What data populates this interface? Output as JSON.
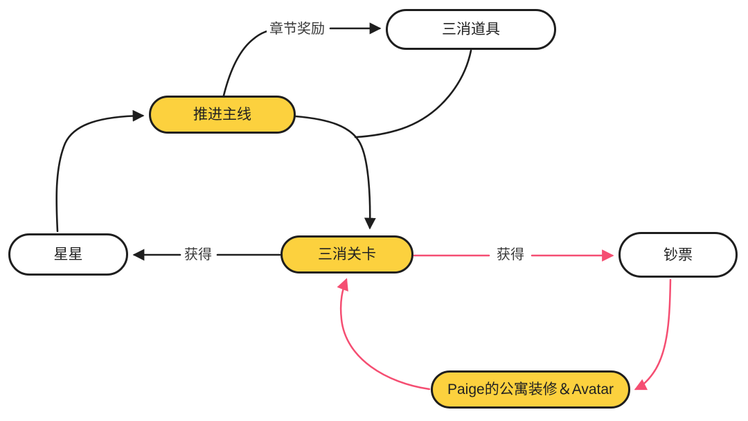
{
  "diagram_title": "match-3 game core loop diagram",
  "colors": {
    "bg": "#FFFFFF",
    "node_fill_yellow": "#FCD13E",
    "node_fill_white": "#FFFFFF",
    "node_border": "#1E1E1E",
    "edge_black": "#1E1E1E",
    "edge_red": "#F54E72",
    "label_text": "#3A3A3A"
  },
  "nodes": {
    "mainline": {
      "label": "推进主线",
      "style": "yellow"
    },
    "props": {
      "label": "三消道具",
      "style": "white"
    },
    "stars": {
      "label": "星星",
      "style": "white"
    },
    "levels": {
      "label": "三消关卡",
      "style": "yellow"
    },
    "cash": {
      "label": "钞票",
      "style": "white"
    },
    "paige": {
      "label": "Paige的公寓装修＆Avatar",
      "style": "yellow"
    }
  },
  "edges": [
    {
      "from": "推进主线",
      "to": "三消道具",
      "label": "章节奖励",
      "color": "black"
    },
    {
      "from": "三消道具",
      "to": "三消关卡",
      "label": "",
      "color": "black"
    },
    {
      "from": "推进主线",
      "to": "三消关卡",
      "label": "",
      "color": "black"
    },
    {
      "from": "三消关卡",
      "to": "星星",
      "label": "获得",
      "color": "black"
    },
    {
      "from": "星星",
      "to": "推进主线",
      "label": "",
      "color": "black"
    },
    {
      "from": "三消关卡",
      "to": "钞票",
      "label": "获得",
      "color": "red"
    },
    {
      "from": "钞票",
      "to": "Paige的公寓装修＆Avatar",
      "label": "",
      "color": "red"
    },
    {
      "from": "Paige的公寓装修＆Avatar",
      "to": "三消关卡",
      "label": "",
      "color": "red"
    }
  ]
}
